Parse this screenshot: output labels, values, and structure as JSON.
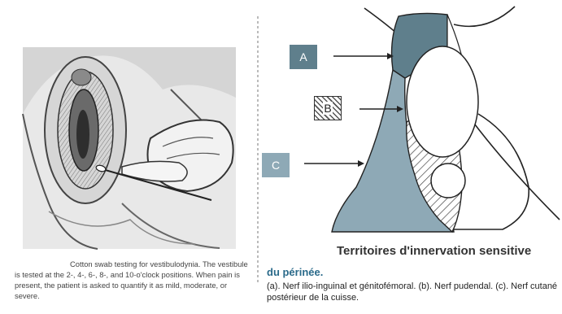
{
  "left_panel": {
    "caption": "Cotton swab testing for vestibulodynia. The vestibule is tested at the 2-, 4-, 6-, 8-, and 10-o'clock positions. When pain is present, the patient is asked to quantify it as mild, moderate, or severe."
  },
  "right_panel": {
    "labels": {
      "a": "A",
      "b": "B",
      "c": "C"
    },
    "title": "Territoires d'innervation sensitive",
    "subtitle": "du périnée.",
    "caption": "(a). Nerf ilio-inguinal et génitofémoral. (b). Nerf pudendal. (c). Nerf cutané postérieur de la cuisse."
  },
  "colors": {
    "zone_a": "#5f7f8c",
    "zone_c": "#8ea9b6",
    "outline": "#222222"
  }
}
